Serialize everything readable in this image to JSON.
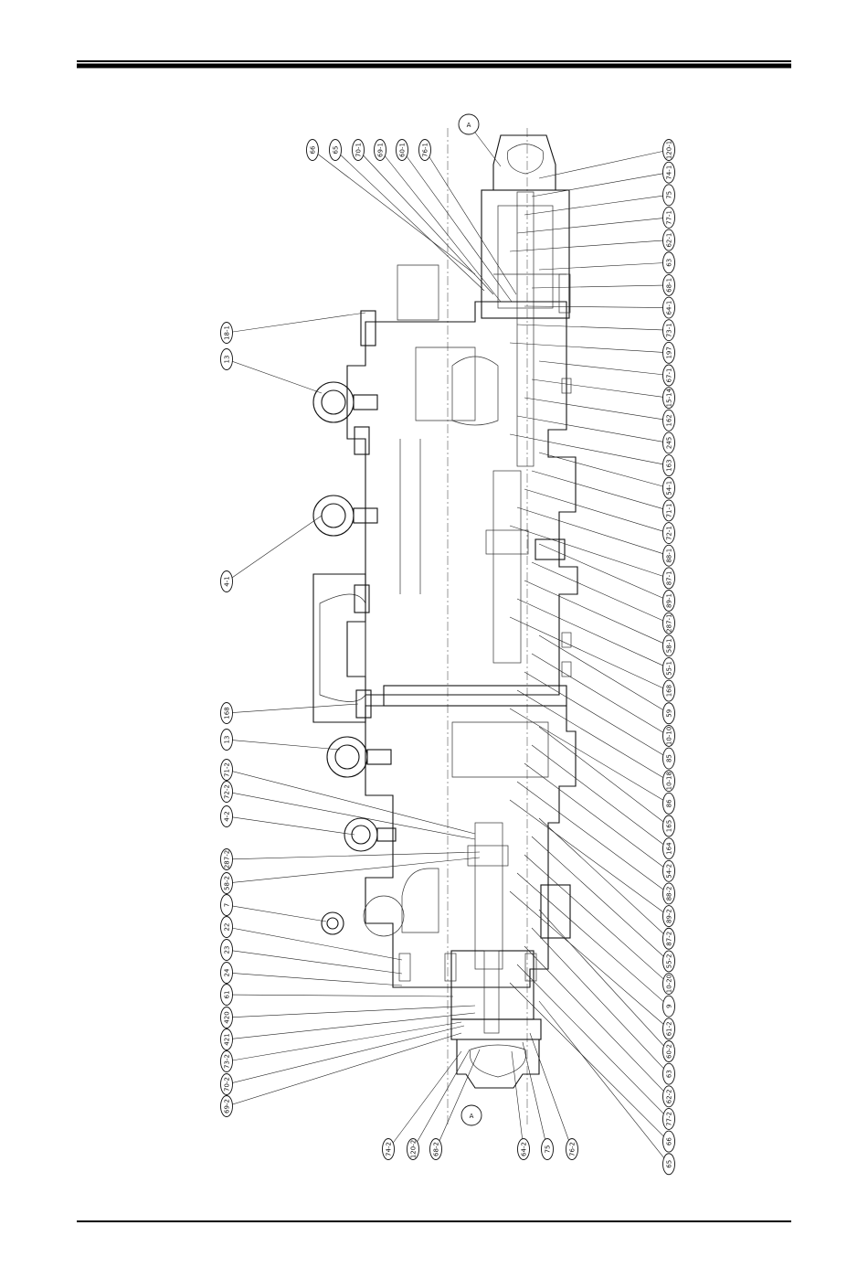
{
  "view_label": "A",
  "callouts_left": [
    "66",
    "65",
    "70-1",
    "69-1",
    "60-1",
    "76-1",
    "18-1",
    "13",
    "4-1",
    "168",
    "13",
    "71-2",
    "72-2",
    "4-2",
    "287-2",
    "58-2",
    "7",
    "22",
    "23",
    "24",
    "61",
    "420",
    "421",
    "73-2",
    "70-2",
    "69-2"
  ],
  "callouts_right": [
    "120-1",
    "74-1",
    "75",
    "77-1",
    "62-1",
    "63",
    "68-1",
    "64-1",
    "73-1",
    "197",
    "67-1",
    "15-14",
    "162",
    "245",
    "163",
    "54-1",
    "71-1",
    "72-1",
    "88-1",
    "87-1",
    "89-1",
    "287-1",
    "58-1",
    "55-1",
    "168",
    "59",
    "10-10",
    "85",
    "10-18",
    "86",
    "165",
    "164",
    "54-2",
    "88-2",
    "89-2",
    "87-2",
    "55-2",
    "10-20",
    "9",
    "61-2",
    "60-2",
    "63",
    "62-2",
    "77-2",
    "66",
    "65"
  ],
  "callouts_bottom": [
    "74-2",
    "120-2",
    "68-2",
    "64-2",
    "75",
    "76-2"
  ]
}
